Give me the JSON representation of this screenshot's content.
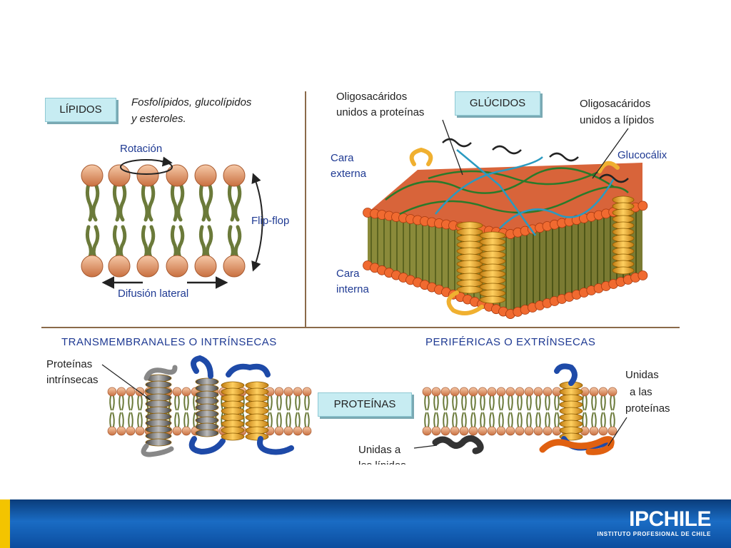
{
  "tags": {
    "lipidos": "LÍPIDOS",
    "glucidos": "GLÚCIDOS",
    "proteinas": "PROTEÍNAS"
  },
  "lipidos_panel": {
    "desc_line1": "Fosfolípidos, glucolípidos",
    "desc_line2": "y esteroles.",
    "rotacion": "Rotación",
    "flip_flop": "Flip-flop",
    "difusion": "Difusión lateral"
  },
  "glucidos_panel": {
    "oligo_prot_1": "Oligosacáridos",
    "oligo_prot_2": "unidos a proteínas",
    "oligo_lip_1": "Oligosacáridos",
    "oligo_lip_2": "unidos a lípidos",
    "glucocalix": "Glucocálix",
    "cara_externa_1": "Cara",
    "cara_externa_2": "externa",
    "cara_interna_1": "Cara",
    "cara_interna_2": "interna"
  },
  "proteinas_panel": {
    "title_left": "TRANSMEMBRANALES O INTRÍNSECAS",
    "title_right": "PERIFÉRICAS O EXTRÍNSECAS",
    "intrinsecas_1": "Proteínas",
    "intrinsecas_2": "intrínsecas",
    "unidas_prot_1": "Unidas",
    "unidas_prot_2": "a las",
    "unidas_prot_3": "proteínas",
    "unidas_lip_1": "Unidas a",
    "unidas_lip_2": "los lípidos"
  },
  "footer": {
    "logo_main": "IPCHILE",
    "logo_sub": "INSTITUTO PROFESIONAL DE CHILE"
  },
  "colors": {
    "head": "#e9a07a",
    "tail": "#6b7a3a",
    "divider": "#8a6a4a",
    "protein_orange": "#f0a840",
    "protein_gray": "#7a7a7a",
    "protein_blue": "#1e4aa8",
    "arrow": "#222222"
  }
}
